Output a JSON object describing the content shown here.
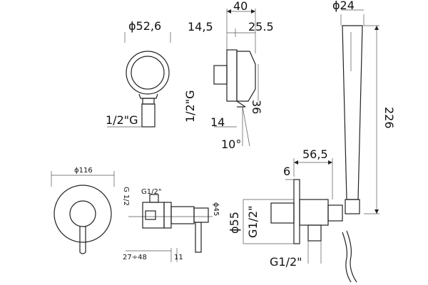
{
  "dimensions": {
    "bracket_diameter": "ϕ52,6",
    "bracket_thread": "1/2\"G",
    "outlet_width": "40",
    "outlet_depth_a": "14,5",
    "outlet_depth_b": "25.5",
    "outlet_thread": "1/2\"G",
    "outlet_height": "36",
    "outlet_base": "14",
    "outlet_angle": "10°",
    "handshower_diameter": "ϕ24",
    "handshower_length": "226",
    "unit_offset": "56,5",
    "plate_thickness": "6",
    "plate_diameter": "ϕ55",
    "unit_thread_top": "G1/2\"",
    "unit_thread_bottom": "G1/2\"",
    "unit_thread_side": "G1/2\"",
    "valve_plate_diameter": "ϕ116",
    "valve_thread_left": "G 1/2",
    "valve_diameter": "ϕ45",
    "valve_depth_range": "27÷48",
    "valve_depth_fixed": "11"
  }
}
